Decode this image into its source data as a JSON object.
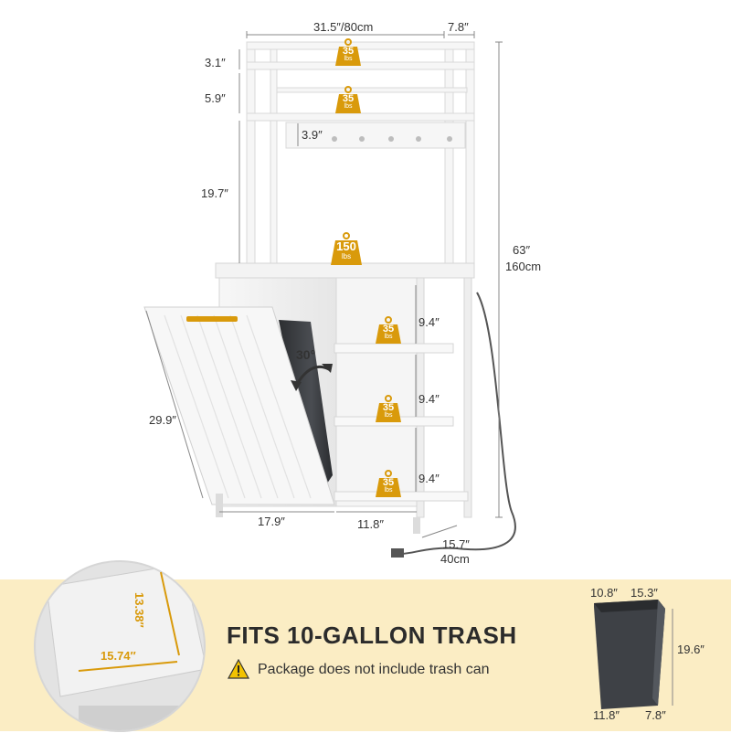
{
  "dimensions": {
    "width": "31.5″/80cm",
    "top_depth": "7.8″",
    "gap_top": "3.1″",
    "gap_second": "5.9″",
    "hook_height": "3.9″",
    "upper_height": "19.7″",
    "total_height_in": "63″",
    "total_height_cm": "160cm",
    "shelf_gap_1": "9.4″",
    "shelf_gap_2": "9.4″",
    "shelf_gap_3": "9.4″",
    "cabinet_height": "29.9″",
    "cabinet_width": "17.9″",
    "shelf_width": "11.8″",
    "depth_in": "15.7″",
    "depth_cm": "40cm"
  },
  "weights": {
    "top_shelf": {
      "num": "35",
      "unit": "lbs"
    },
    "second_shelf": {
      "num": "35",
      "unit": "lbs"
    },
    "counter": {
      "num": "150",
      "unit": "lbs"
    },
    "side_shelf_1": {
      "num": "35",
      "unit": "lbs"
    },
    "side_shelf_2": {
      "num": "35",
      "unit": "lbs"
    },
    "side_shelf_3": {
      "num": "35",
      "unit": "lbs"
    }
  },
  "tilt_angle": "30°",
  "banner": {
    "title": "FITS 10-GALLON TRASH",
    "note": "Package does not include trash can",
    "opening_height": "13.38″",
    "opening_width": "15.74″"
  },
  "trash_can": {
    "top_depth": "10.8″",
    "top_width": "15.3″",
    "height": "19.6″",
    "bottom_width": "11.8″",
    "bottom_depth": "7.8″"
  },
  "colors": {
    "accent": "#d99a0b",
    "banner_bg": "#fbedc4",
    "frame": "#f4f4f4",
    "trash": "#3e4146"
  }
}
